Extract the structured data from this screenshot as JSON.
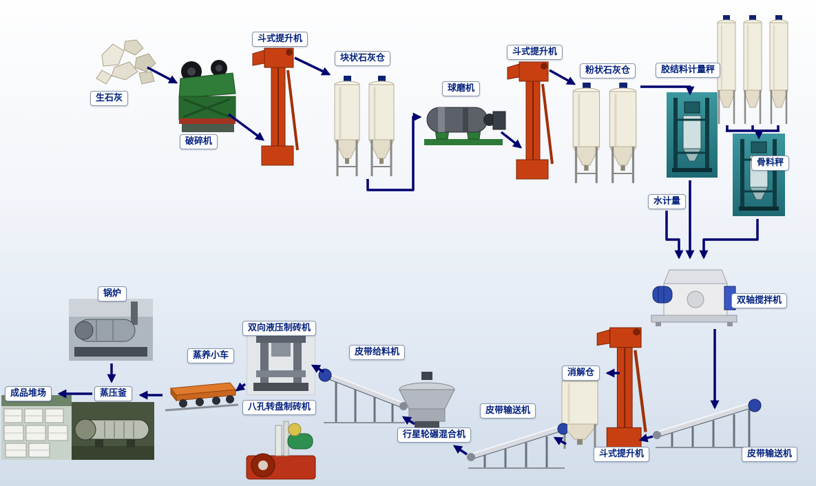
{
  "diagram": {
    "labels": {
      "quicklime": "生石灰",
      "crusher": "破碎机",
      "bucket_elevator_1": "斗式提升机",
      "block_lime_silo": "块状石灰仓",
      "ball_mill": "球磨机",
      "bucket_elevator_2": "斗式提升机",
      "powder_lime_silo": "粉状石灰仓",
      "binder_scale": "胶结料计量秤",
      "aggregate_scale": "骨料秤",
      "water_meter": "水计量",
      "twin_shaft_mixer": "双轴搅拌机",
      "belt_conveyor_right": "皮带输送机",
      "bucket_elevator_3": "斗式提升机",
      "digestion_silo": "消解仓",
      "belt_conveyor_mid": "皮带输送机",
      "planetary_mixer": "行星轮碾混合机",
      "belt_feeder": "皮带给料机",
      "hydraulic_press": "双向液压制砖机",
      "rotary_press": "八孔转盘制砖机",
      "steam_cart": "蒸养小车",
      "autoclave": "蒸压釜",
      "boiler": "锅炉",
      "product_yard": "成品堆场"
    },
    "connections": [
      [
        "quicklime",
        "crusher"
      ],
      [
        "crusher",
        "bucket_elevator_1"
      ],
      [
        "bucket_elevator_1",
        "block_lime_silo"
      ],
      [
        "block_lime_silo",
        "ball_mill"
      ],
      [
        "ball_mill",
        "bucket_elevator_2"
      ],
      [
        "bucket_elevator_2",
        "powder_lime_silo"
      ],
      [
        "powder_lime_silo",
        "binder_scale"
      ],
      [
        "storage_silos",
        "aggregate_scale"
      ],
      [
        "binder_scale",
        "twin_shaft_mixer"
      ],
      [
        "water_meter",
        "twin_shaft_mixer"
      ],
      [
        "aggregate_scale",
        "twin_shaft_mixer"
      ],
      [
        "twin_shaft_mixer",
        "belt_conveyor_right"
      ],
      [
        "belt_conveyor_right",
        "bucket_elevator_3"
      ],
      [
        "bucket_elevator_3",
        "digestion_silo"
      ],
      [
        "digestion_silo",
        "belt_conveyor_mid"
      ],
      [
        "belt_conveyor_mid",
        "planetary_mixer"
      ],
      [
        "planetary_mixer",
        "belt_feeder"
      ],
      [
        "belt_feeder",
        "hydraulic_press"
      ],
      [
        "hydraulic_press",
        "steam_cart"
      ],
      [
        "steam_cart",
        "autoclave"
      ],
      [
        "autoclave",
        "product_yard"
      ],
      [
        "boiler",
        "autoclave"
      ]
    ],
    "colors": {
      "arrow": "#00006e",
      "label_text": "#001f7d",
      "elevator_red": "#c84012",
      "crusher_green": "#2f7d38",
      "silo_body": "#f1edde",
      "silo_cap": "#0c2170",
      "photo_teal": "#2e8a94",
      "motor_blue": "#2c4bb0"
    }
  }
}
